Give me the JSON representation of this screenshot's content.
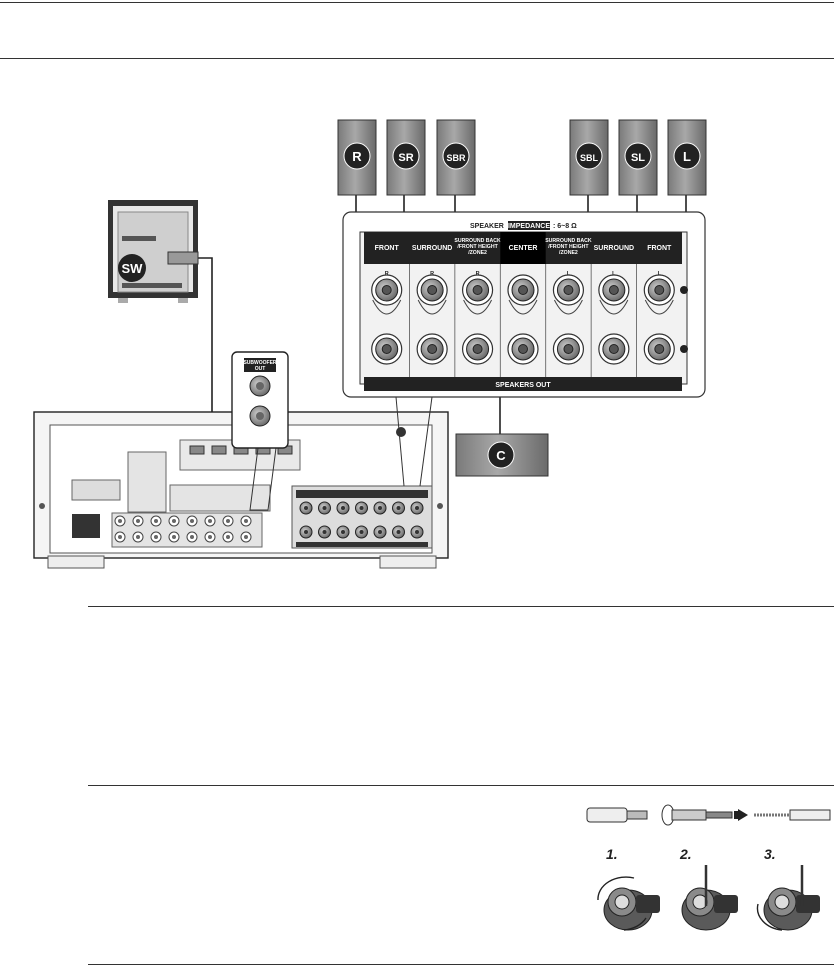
{
  "speakers": [
    {
      "code": "R"
    },
    {
      "code": "SR"
    },
    {
      "code": "SBR"
    },
    {
      "code": "SBL"
    },
    {
      "code": "SL"
    },
    {
      "code": "L"
    }
  ],
  "subwoofer_code": "SW",
  "center_code": "C",
  "impedance": {
    "prefix": "SPEAKER",
    "word": "IMPEDANCE",
    "value": ": 6~8 Ω"
  },
  "panel_groups": [
    {
      "lines": [
        "FRONT"
      ],
      "side": "R"
    },
    {
      "lines": [
        "SURROUND"
      ],
      "side": "R"
    },
    {
      "lines": [
        "SURROUND BACK",
        "/FRONT HEIGHT",
        "/ZONE2"
      ],
      "side": "R"
    },
    {
      "lines": [
        "CENTER"
      ],
      "side": ""
    },
    {
      "lines": [
        "SURROUND BACK",
        "/FRONT HEIGHT",
        "/ZONE2"
      ],
      "side": "L"
    },
    {
      "lines": [
        "SURROUND"
      ],
      "side": "L"
    },
    {
      "lines": [
        "FRONT"
      ],
      "side": "L"
    }
  ],
  "speakers_out_label": "SPEAKERS OUT",
  "subwoofer_out_label": [
    "SUBWOOFER",
    "OUT"
  ],
  "steps": [
    "1.",
    "2.",
    "3."
  ]
}
